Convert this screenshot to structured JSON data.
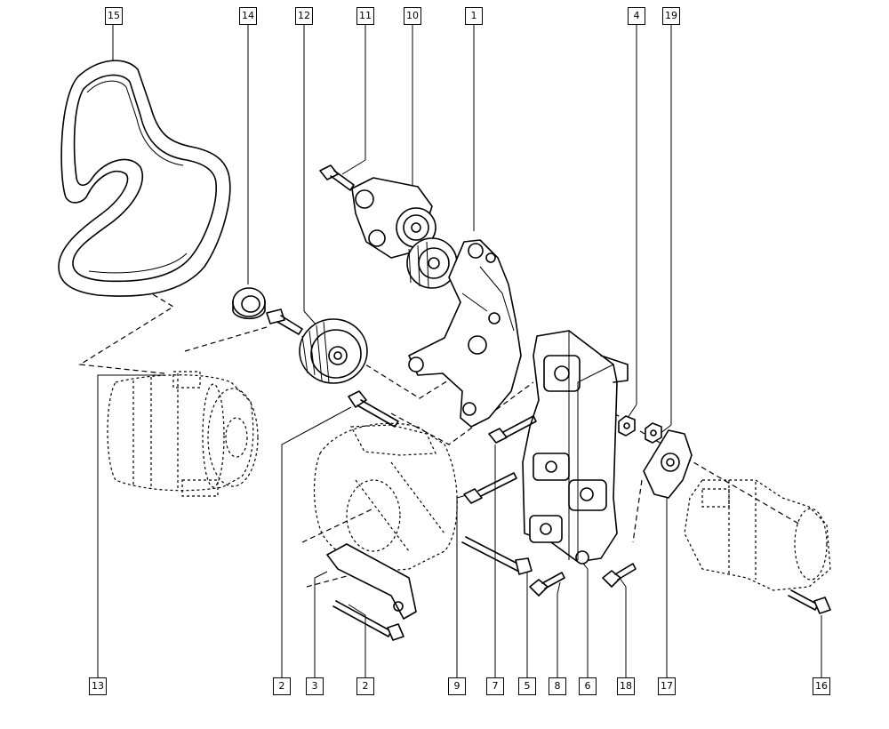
{
  "callouts": {
    "c15": "15",
    "c14": "14",
    "c12": "12",
    "c11": "11",
    "c10": "10",
    "c1": "1",
    "c4": "4",
    "c19": "19",
    "c13": "13",
    "c2a": "2",
    "c3": "3",
    "c2b": "2",
    "c9": "9",
    "c7": "7",
    "c5": "5",
    "c8": "8",
    "c6": "6",
    "c18": "18",
    "c17": "17",
    "c16": "16"
  },
  "colors": {
    "line": "#000000",
    "background": "#ffffff"
  }
}
